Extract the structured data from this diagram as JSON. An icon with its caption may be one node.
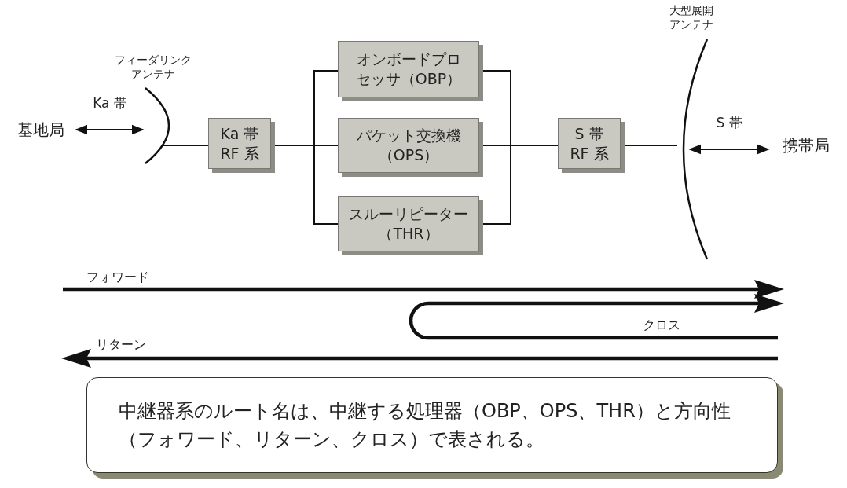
{
  "diagram": {
    "nodes": [
      {
        "text": [
          "基地局"
        ]
      },
      {
        "text": [
          "フィーダリンクアンテナ"
        ]
      },
      {
        "text": [
          "Ka 帯 RF 系"
        ]
      },
      {
        "text": [
          "オンボードプロセッサ（OBP）"
        ]
      },
      {
        "text": [
          "パケット交換機（OPS）"
        ]
      },
      {
        "text": [
          "スルーリピーター（THR）"
        ]
      },
      {
        "text": [
          "S 帯 RF 系"
        ]
      },
      {
        "text": [
          "大型展開アンテナ"
        ]
      },
      {
        "text": [
          "携帯局"
        ]
      },
      {
        "text": [
          "中継器系のルート名は、中継する処理器（OBP、OPS、THR）と方向性（フォワード、リターン、クロス）で表される。"
        ]
      }
    ],
    "edges": [
      {
        "from": 0,
        "to": 1,
        "arrow": "both",
        "label": "Ka 帯"
      },
      {
        "from": 1,
        "to": 2,
        "arrow": "none"
      },
      {
        "from": 2,
        "to": 3,
        "arrow": "none"
      },
      {
        "from": 2,
        "to": 4,
        "arrow": "none"
      },
      {
        "from": 2,
        "to": 5,
        "arrow": "none"
      },
      {
        "from": 3,
        "to": 6,
        "arrow": "none"
      },
      {
        "from": 4,
        "to": 6,
        "arrow": "none"
      },
      {
        "from": 5,
        "to": 6,
        "arrow": "none"
      },
      {
        "from": 6,
        "to": 7,
        "arrow": "none"
      },
      {
        "from": 7,
        "to": 8,
        "arrow": "both",
        "label": "S 帯"
      }
    ],
    "labels": [
      "フォワード",
      "クロス",
      "リターン"
    ]
  }
}
